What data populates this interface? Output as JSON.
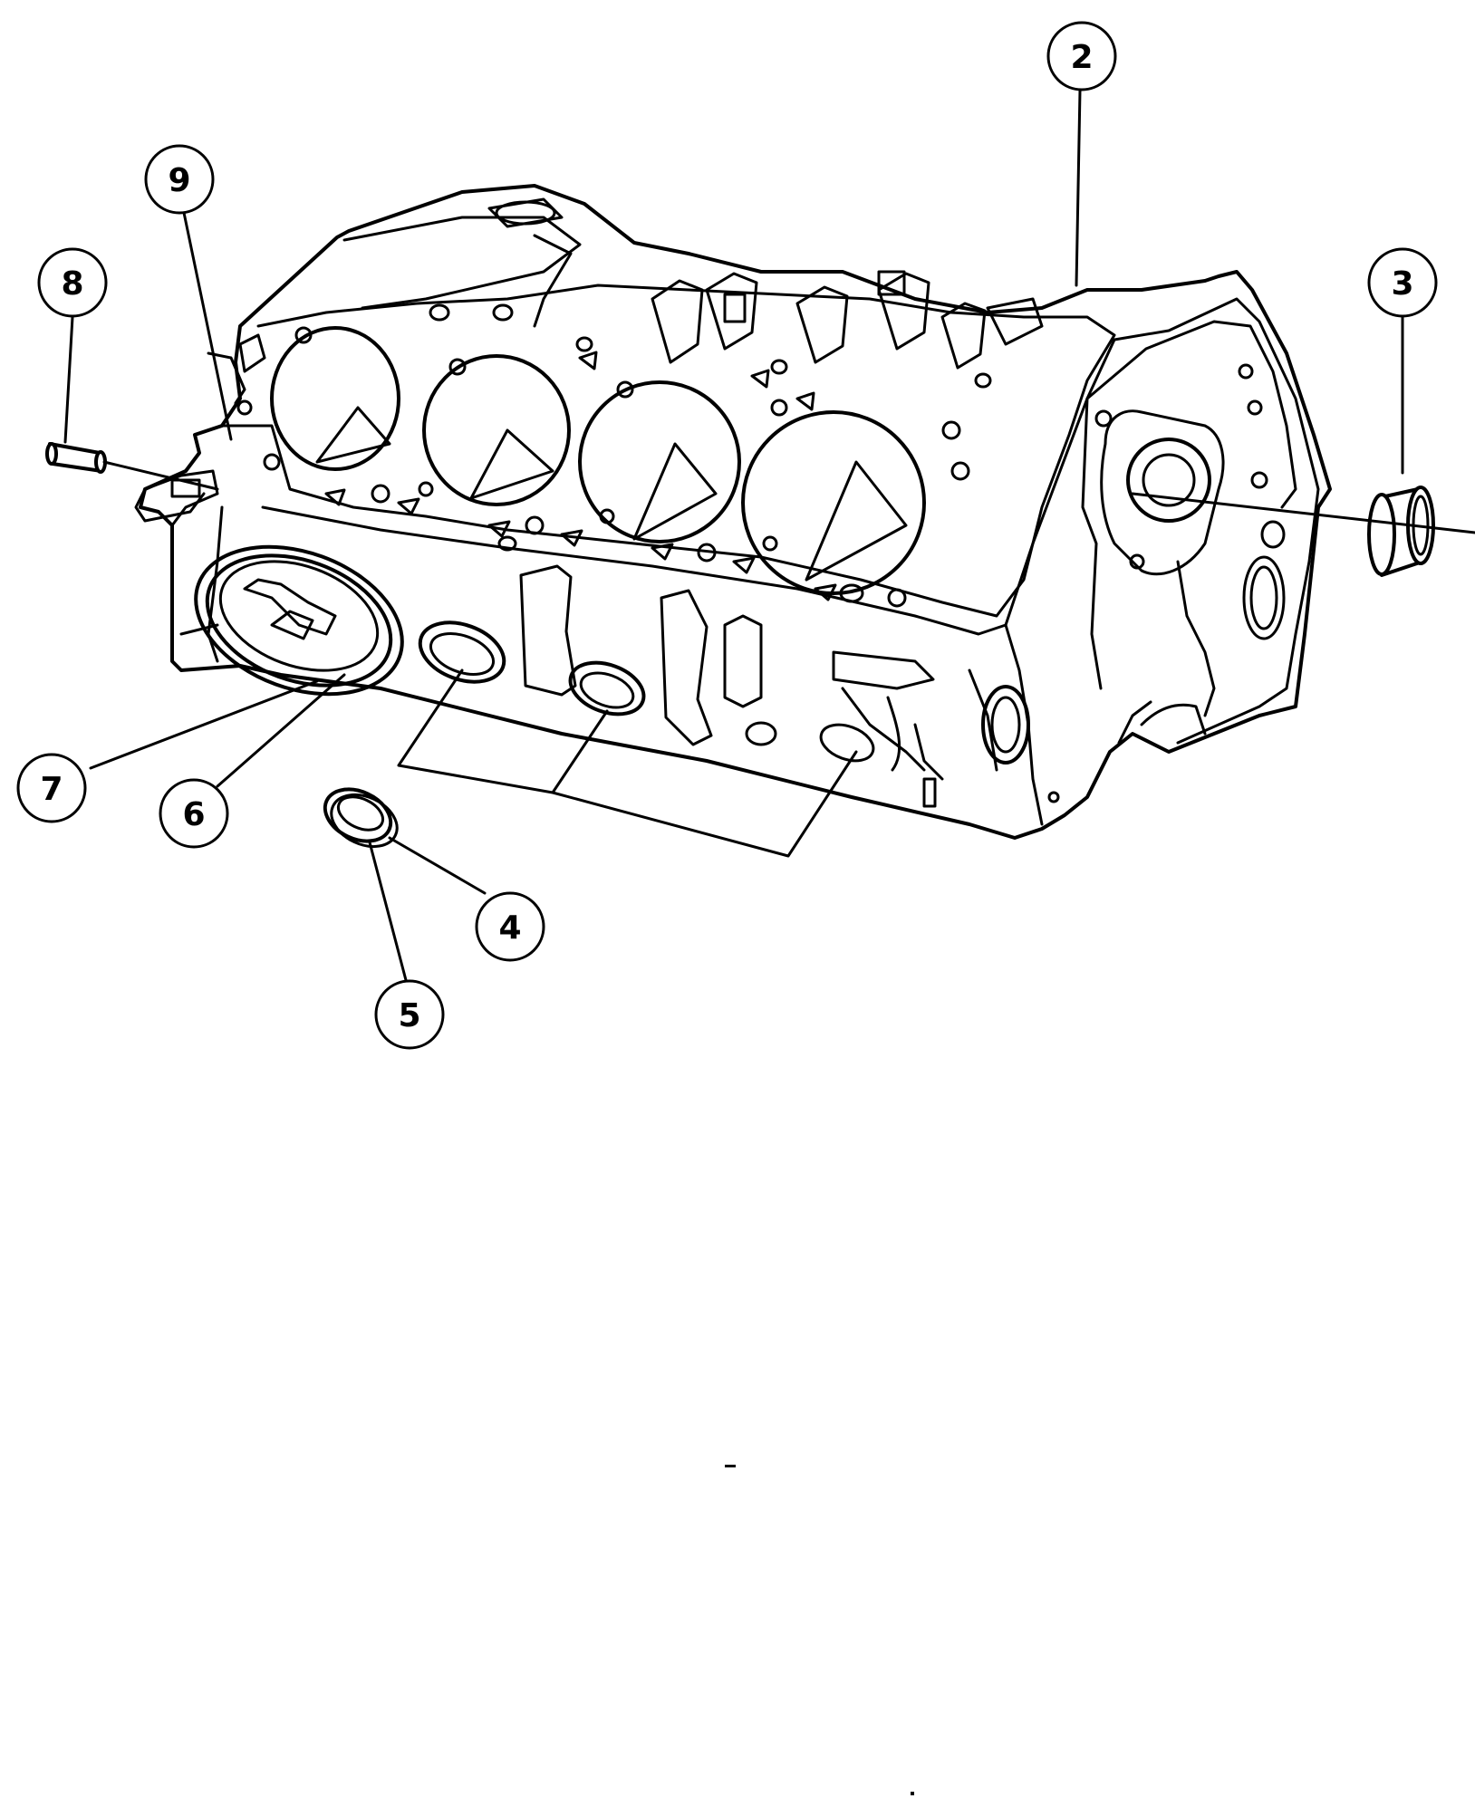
{
  "diagram": {
    "callouts": [
      {
        "id": "2",
        "label": "2"
      },
      {
        "id": "3",
        "label": "3"
      },
      {
        "id": "4",
        "label": "4"
      },
      {
        "id": "5",
        "label": "5"
      },
      {
        "id": "6",
        "label": "6"
      },
      {
        "id": "7",
        "label": "7"
      },
      {
        "id": "8",
        "label": "8"
      },
      {
        "id": "9",
        "label": "9"
      }
    ],
    "colors": {
      "ink": "#000000",
      "background": "#ffffff"
    }
  }
}
